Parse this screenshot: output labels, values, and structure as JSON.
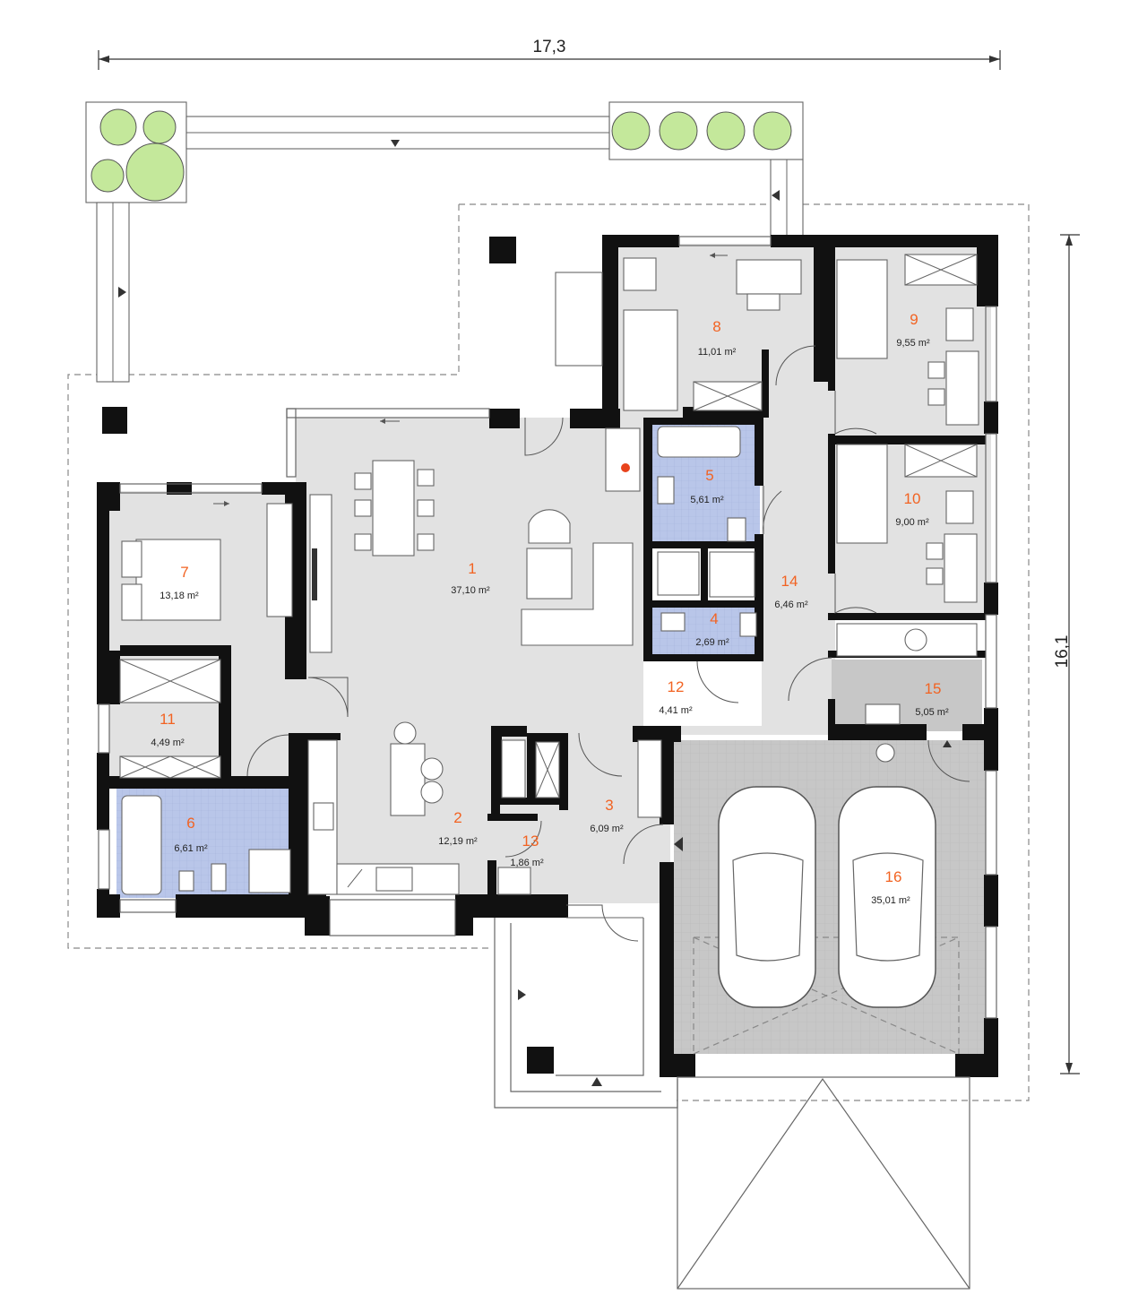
{
  "dimensions": {
    "width_label": "17,3",
    "depth_label": "16,1"
  },
  "rooms": [
    {
      "id": "room-1",
      "number": "1",
      "area": "37,10 m²"
    },
    {
      "id": "room-2",
      "number": "2",
      "area": "12,19 m²"
    },
    {
      "id": "room-3",
      "number": "3",
      "area": "6,09 m²"
    },
    {
      "id": "room-4",
      "number": "4",
      "area": "2,69 m²"
    },
    {
      "id": "room-5",
      "number": "5",
      "area": "5,61 m²"
    },
    {
      "id": "room-6",
      "number": "6",
      "area": "6,61 m²"
    },
    {
      "id": "room-7",
      "number": "7",
      "area": "13,18 m²"
    },
    {
      "id": "room-8",
      "number": "8",
      "area": "11,01 m²"
    },
    {
      "id": "room-9",
      "number": "9",
      "area": "9,55 m²"
    },
    {
      "id": "room-10",
      "number": "10",
      "area": "9,00 m²"
    },
    {
      "id": "room-11",
      "number": "11",
      "area": "4,49 m²"
    },
    {
      "id": "room-12",
      "number": "12",
      "area": "4,41 m²"
    },
    {
      "id": "room-13",
      "number": "13",
      "area": "1,86 m²"
    },
    {
      "id": "room-14",
      "number": "14",
      "area": "6,46 m²"
    },
    {
      "id": "room-15",
      "number": "15",
      "area": "5,05 m²"
    },
    {
      "id": "room-16",
      "number": "16",
      "area": "35,01 m²"
    }
  ],
  "colors": {
    "floor": "#e2e2e2",
    "wet_room": "#b9c6e9",
    "garage": "#c7c7c7",
    "wall": "#111111",
    "label_number": "#f26322",
    "tree": "#c4e89b"
  }
}
